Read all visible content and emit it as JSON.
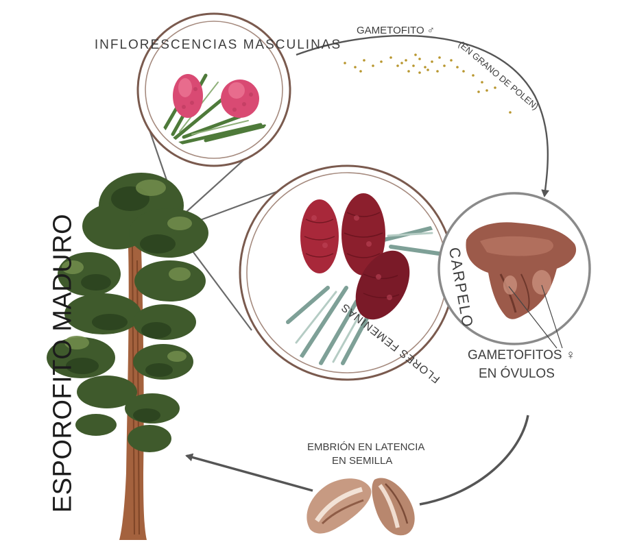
{
  "labels": {
    "esporofito": "ESPOROFITO MADURO",
    "inflorescencias": "INFLORESCENCIAS MASCULINAS",
    "gametofito_m": "GAMETOFITO ♂",
    "grano_polen": "(EN GRANO DE POLEN)",
    "flores_femeninas": "FLORES FEMENINAS",
    "carpelo": "CARPELO",
    "gametofitos_ovulos_1": "GAMETOFITOS ♀",
    "gametofitos_ovulos_2": "EN ÓVULOS",
    "embrion_1": "EMBRIÓN EN LATENCIA",
    "embrion_2": "EN SEMILLA"
  },
  "colors": {
    "circle_outer": "#7a5a4e",
    "circle_inner": "#a58a7e",
    "carpel_circle": "#8a8a8a",
    "arrow": "#555555",
    "pollen": "#b8962e",
    "cone_male": "#d94a73",
    "cone_female": "#8c1f2d",
    "foliage": "#3f5a2c",
    "trunk": "#a4623e",
    "carpel": "#9c5a4a",
    "seed": "#c79a82"
  }
}
